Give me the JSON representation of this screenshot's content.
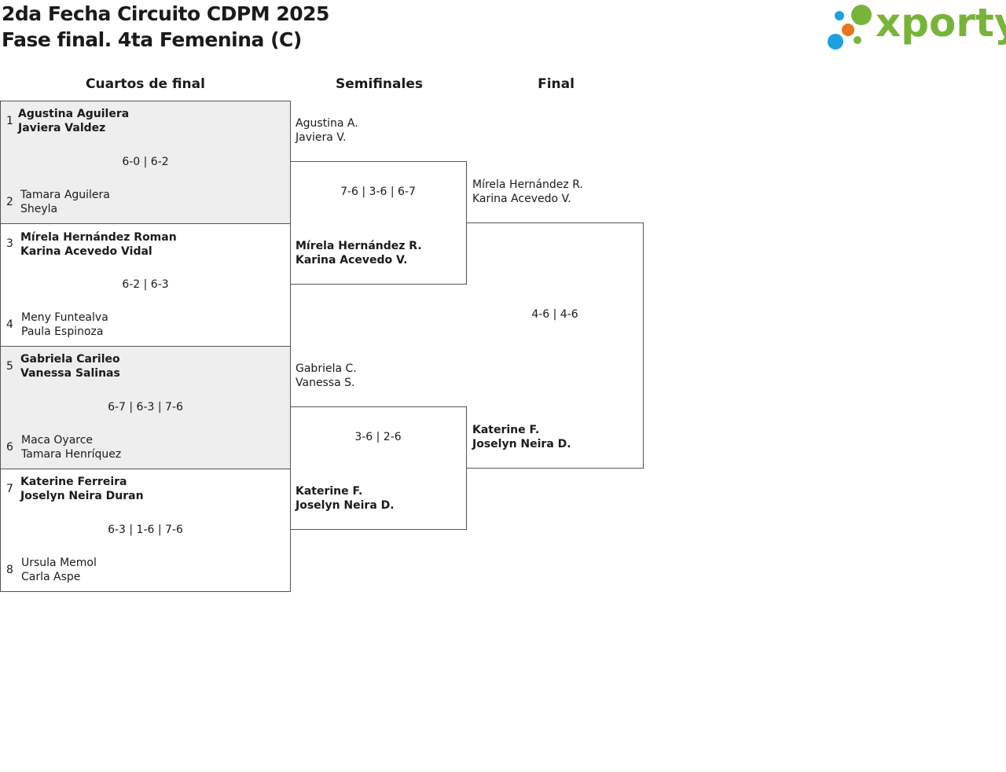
{
  "header": {
    "title_line1": "2da Fecha Circuito CDPM 2025",
    "title_line2": "Fase final. 4ta Femenina (C)",
    "logo_text": "xporty"
  },
  "colors": {
    "logo_green": "#78b43a",
    "logo_blue": "#1ba1e2",
    "logo_orange": "#e8761e",
    "shaded_bg": "#eeeeee"
  },
  "rounds": {
    "quarterfinals": "Cuartos de final",
    "semifinals": "Semifinales",
    "final": "Final"
  },
  "quarterfinals": [
    {
      "top": {
        "seed": "1",
        "p1": "Agustina Aguilera",
        "p2": "Javiera Valdez"
      },
      "score": "6-0 | 6-2",
      "bottom": {
        "seed": "2",
        "p1": "Tamara Aguilera",
        "p2": "Sheyla"
      }
    },
    {
      "top": {
        "seed": "3",
        "p1": "Mírela Hernández Roman",
        "p2": "Karina Acevedo Vidal"
      },
      "score": "6-2 | 6-3",
      "bottom": {
        "seed": "4",
        "p1": "Meny Funtealva",
        "p2": "Paula Espinoza"
      }
    },
    {
      "top": {
        "seed": "5",
        "p1": "Gabriela Carileo",
        "p2": "Vanessa Salinas"
      },
      "score": "6-7 | 6-3 | 7-6",
      "bottom": {
        "seed": "6",
        "p1": "Maca Oyarce",
        "p2": "Tamara Henríquez"
      }
    },
    {
      "top": {
        "seed": "7",
        "p1": "Katerine Ferreira",
        "p2": "Joselyn Neira Duran"
      },
      "score": "6-3 | 1-6 | 7-6",
      "bottom": {
        "seed": "8",
        "p1": "Ursula Memol",
        "p2": "Carla Aspe"
      }
    }
  ],
  "semifinals": [
    {
      "top": {
        "p1": "Agustina A.",
        "p2": "Javiera V."
      },
      "score": "7-6 | 3-6 | 6-7",
      "bottom": {
        "p1": "Mírela Hernández R.",
        "p2": "Karina Acevedo V."
      }
    },
    {
      "top": {
        "p1": "Gabriela C.",
        "p2": "Vanessa S."
      },
      "score": "3-6 | 2-6",
      "bottom": {
        "p1": "Katerine F.",
        "p2": "Joselyn Neira D."
      }
    }
  ],
  "final": {
    "top": {
      "p1": "Mírela Hernández R.",
      "p2": "Karina Acevedo V."
    },
    "score": "4-6 | 4-6",
    "bottom": {
      "p1": "Katerine F.",
      "p2": "Joselyn Neira D."
    }
  }
}
